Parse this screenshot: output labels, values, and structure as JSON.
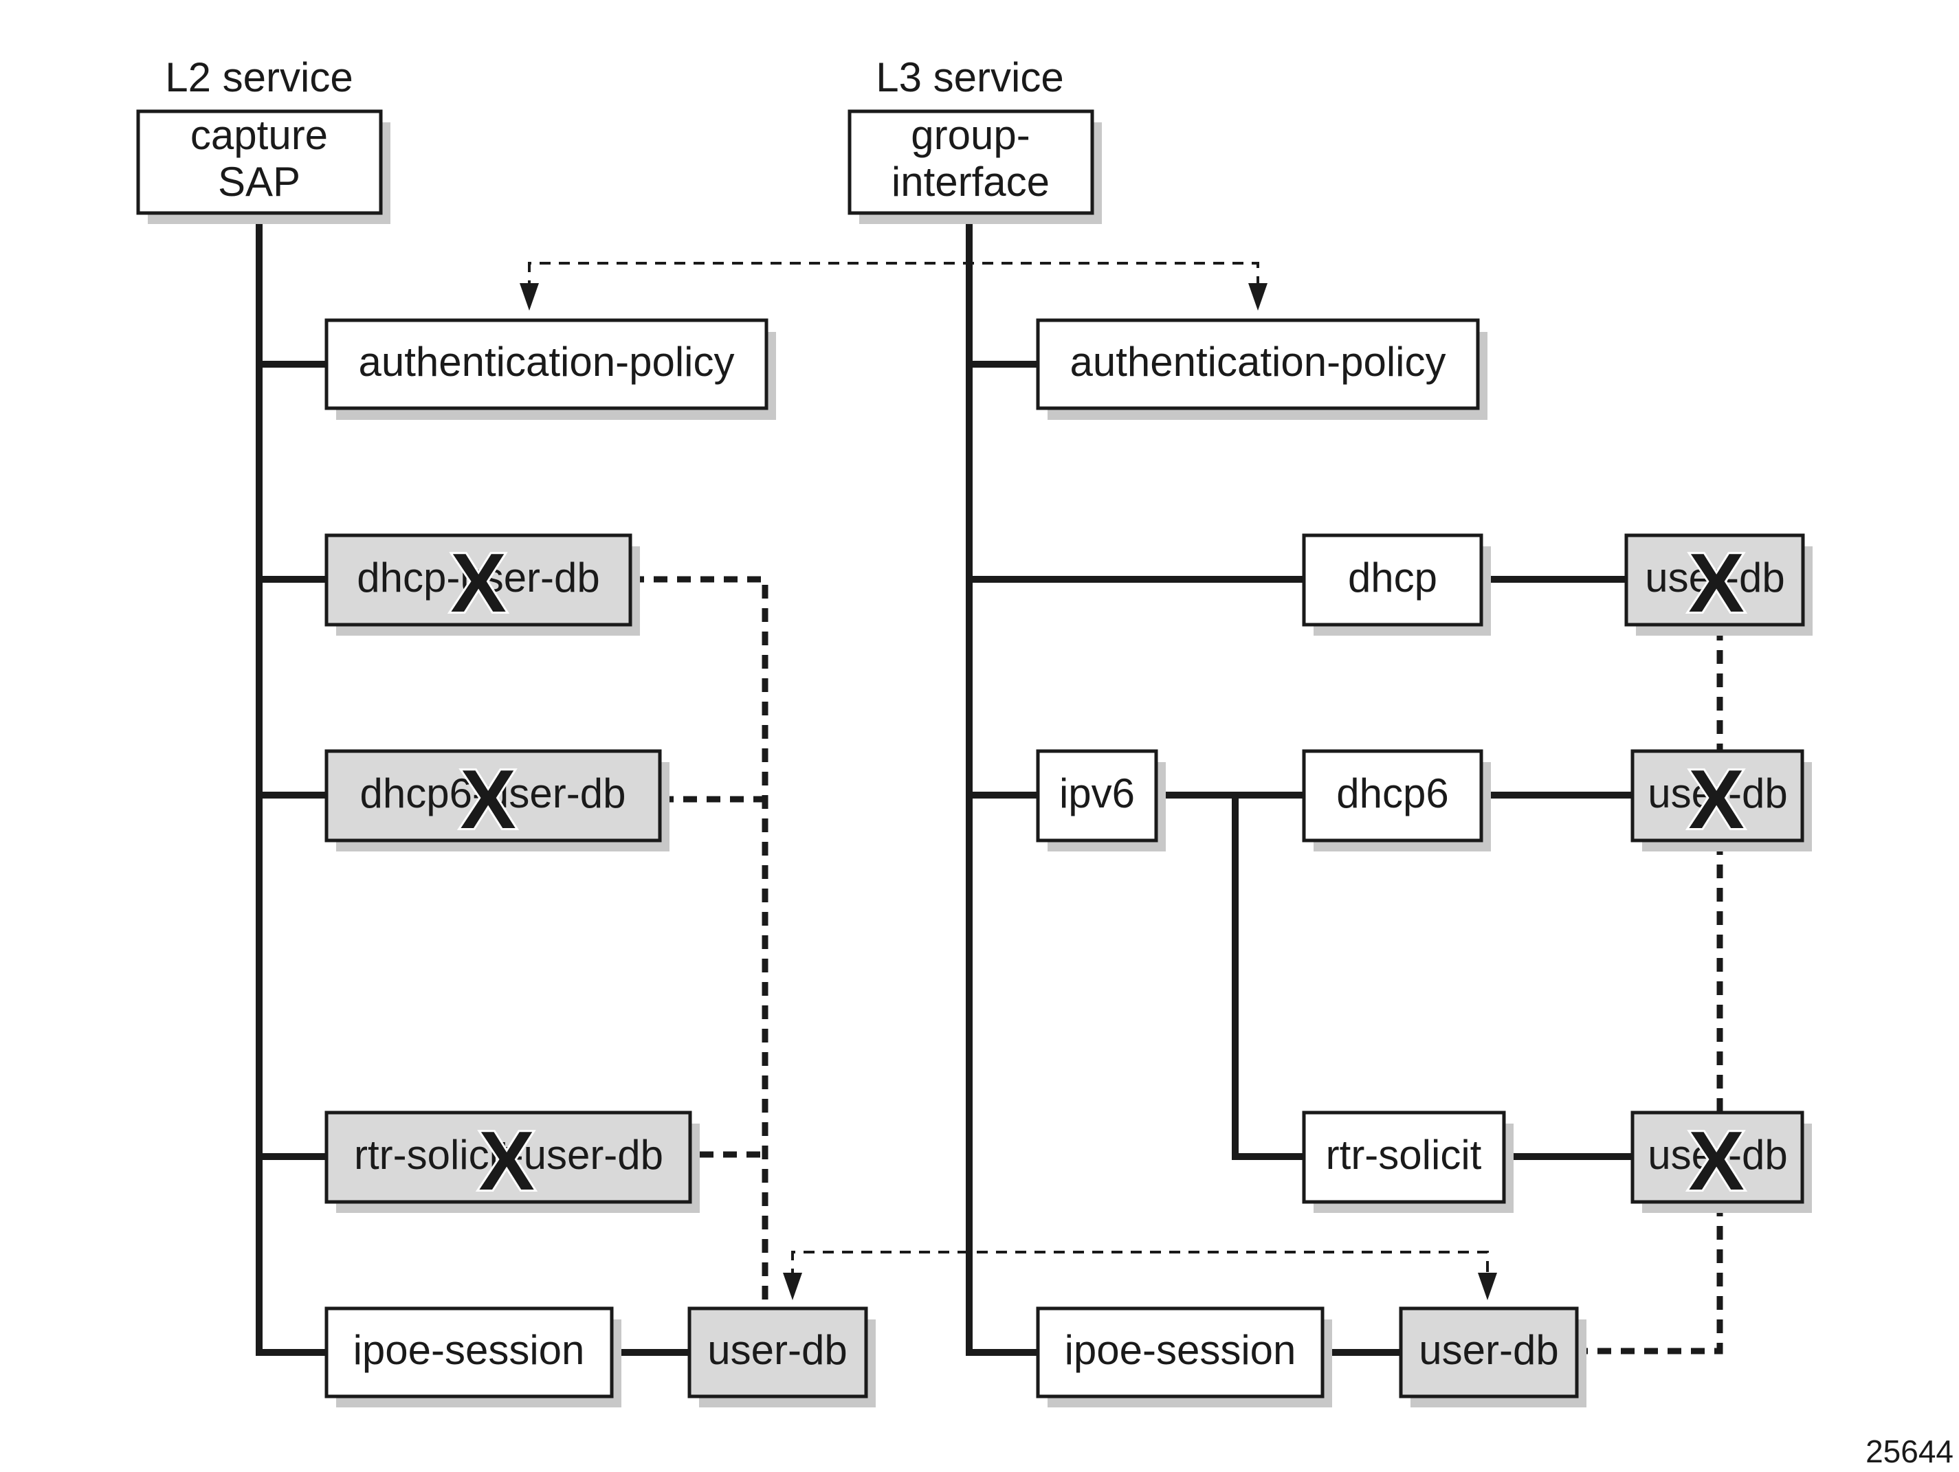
{
  "l2": {
    "header": "L2 service",
    "root_line1": "capture",
    "root_line2": "SAP",
    "authentication_policy": "authentication-policy",
    "dhcp_user_db": "dhcp-user-db",
    "dhcp6_user_db": "dhcp6-user-db",
    "rtr_solicit_user_db": "rtr-solicit-user-db",
    "ipoe_session": "ipoe-session",
    "user_db": "user-db"
  },
  "l3": {
    "header": "L3 service",
    "root_line1": "group-",
    "root_line2": "interface",
    "authentication_policy": "authentication-policy",
    "dhcp": "dhcp",
    "dhcp_user_db": "user-db",
    "ipv6": "ipv6",
    "dhcp6": "dhcp6",
    "dhcp6_user_db": "user-db",
    "rtr_solicit": "rtr-solicit",
    "rtr_solicit_user_db": "user-db",
    "ipoe_session": "ipoe-session",
    "user_db": "user-db"
  },
  "disabled_mark": "X",
  "figure_number": "25644",
  "colors": {
    "line": "#1a1a1a",
    "box_fill": "#ffffff",
    "disabled_box_fill": "#d9d9d9",
    "shadow": "#c8c8c8"
  }
}
